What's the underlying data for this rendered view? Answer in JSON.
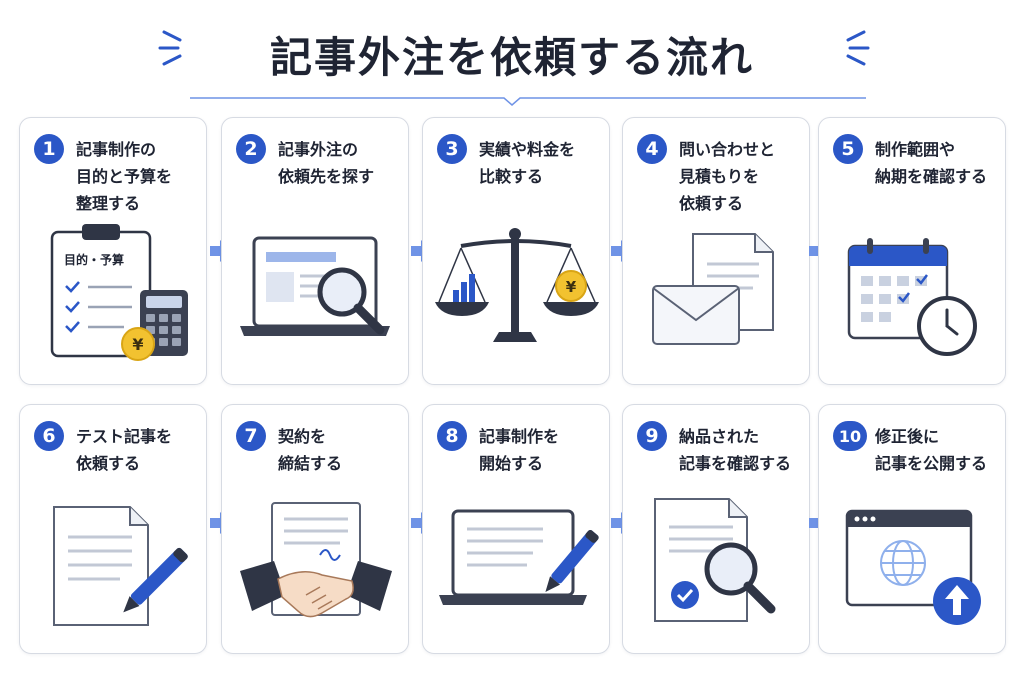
{
  "title": "記事外注を依頼する流れ",
  "colors": {
    "accent": "#2b57c7",
    "light_accent": "#6f93e6",
    "dark": "#2f3545",
    "border": "#d7dbe3",
    "gold": "#f2c230"
  },
  "steps": [
    {
      "num": "1",
      "label": "記事制作の\n目的と予算を\n整理する",
      "icon": "clipboard-calculator-icon",
      "clipboard_title": "目的・予算",
      "currency": "¥"
    },
    {
      "num": "2",
      "label": "記事外注の\n依頼先を探す",
      "icon": "laptop-magnifier-icon"
    },
    {
      "num": "3",
      "label": "実績や料金を\n比較する",
      "icon": "balance-scale-icon",
      "currency": "¥"
    },
    {
      "num": "4",
      "label": "問い合わせと\n見積もりを\n依頼する",
      "icon": "envelope-document-icon"
    },
    {
      "num": "5",
      "label": "制作範囲や\n納期を確認する",
      "icon": "calendar-clock-icon"
    },
    {
      "num": "6",
      "label": "テスト記事を\n依頼する",
      "icon": "document-pen-icon"
    },
    {
      "num": "7",
      "label": "契約を\n締結する",
      "icon": "handshake-contract-icon"
    },
    {
      "num": "8",
      "label": "記事制作を\n開始する",
      "icon": "laptop-pen-icon"
    },
    {
      "num": "9",
      "label": "納品された\n記事を確認する",
      "icon": "document-check-magnifier-icon"
    },
    {
      "num": "10",
      "label": "修正後に\n記事を公開する",
      "icon": "browser-globe-upload-icon"
    }
  ]
}
